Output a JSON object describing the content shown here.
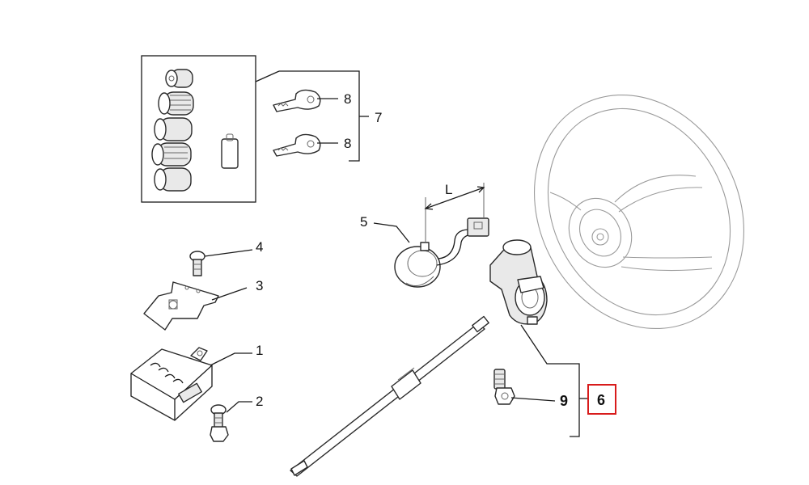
{
  "diagram": {
    "callouts": {
      "c1": "1",
      "c2": "2",
      "c3": "3",
      "c4": "4",
      "c5": "5",
      "c6": "6",
      "c7": "7",
      "c8a": "8",
      "c8b": "8",
      "c9": "9",
      "dim_L": "L"
    },
    "highlighted_callout": "6",
    "highlight_color": "#d81b1b"
  }
}
